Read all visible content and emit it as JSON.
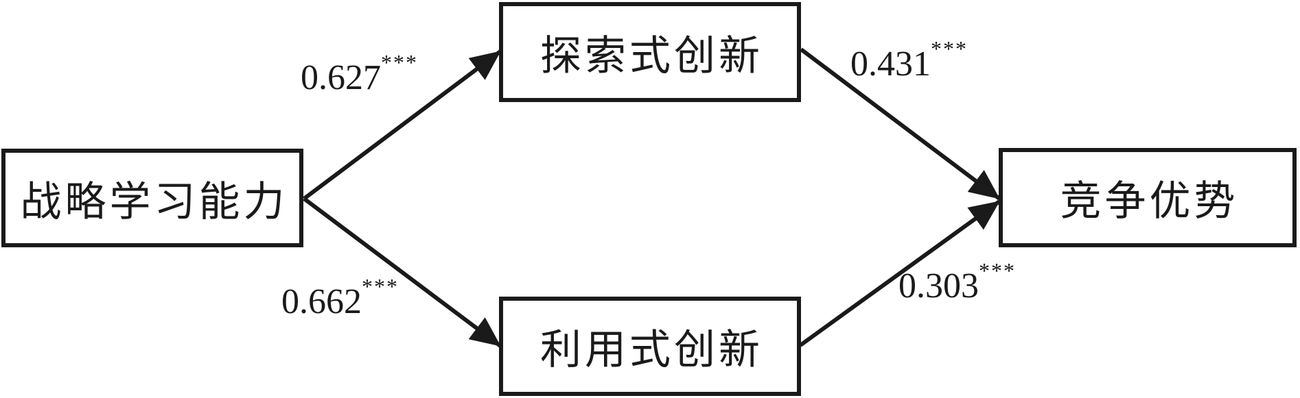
{
  "diagram": {
    "background_color": "#ffffff",
    "line_color": "#1a1a1a",
    "nodes": {
      "strategic_learning": {
        "label": "战略学习能力"
      },
      "exploratory_innovation": {
        "label": "探索式创新"
      },
      "exploitative_innovation": {
        "label": "利用式创新"
      },
      "competitive_advantage": {
        "label": "竞争优势"
      }
    },
    "paths": [
      {
        "from": "战略学习能力",
        "to": "探索式创新",
        "coefficient": "0.627",
        "significance": "***"
      },
      {
        "from": "战略学习能力",
        "to": "利用式创新",
        "coefficient": "0.662",
        "significance": "***"
      },
      {
        "from": "探索式创新",
        "to": "竞争优势",
        "coefficient": "0.431",
        "significance": "***"
      },
      {
        "from": "利用式创新",
        "to": "竞争优势",
        "coefficient": "0.303",
        "significance": "***"
      }
    ]
  }
}
